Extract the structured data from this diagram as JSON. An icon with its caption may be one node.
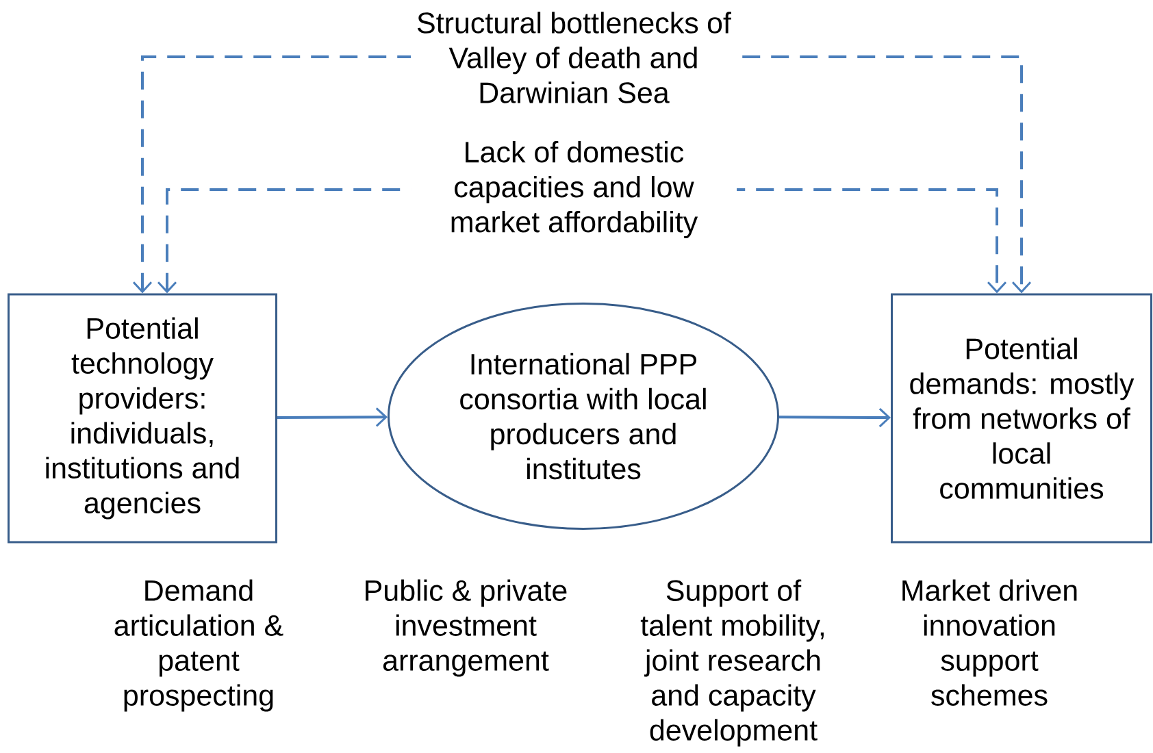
{
  "diagram": {
    "nodes": [
      {
        "text": [
          "Potential technology providers: individuals, institutions and agencies"
        ]
      },
      {
        "text": [
          "International PPP consortia with local producers and institutes"
        ]
      },
      {
        "text": [
          "Potential demands: mostly from networks of local communities"
        ]
      }
    ],
    "edges": [
      {
        "from": 0,
        "to": 1,
        "arrow": "to"
      },
      {
        "from": 1,
        "to": 2,
        "arrow": "to"
      },
      {
        "from": 0,
        "to": 2,
        "arrow": "both",
        "style": "dashed",
        "label": "Structural bottlenecks of Valley of death and Darwinian Sea"
      },
      {
        "from": 0,
        "to": 2,
        "arrow": "both",
        "style": "dashed",
        "label": "Lack of domestic capacities and low market affordability"
      }
    ],
    "labels": [
      "Demand articulation & patent prospecting",
      "Public & private investment arrangement",
      "Support of talent mobility, joint research and capacity development",
      "Market driven innovation support schemes"
    ]
  }
}
